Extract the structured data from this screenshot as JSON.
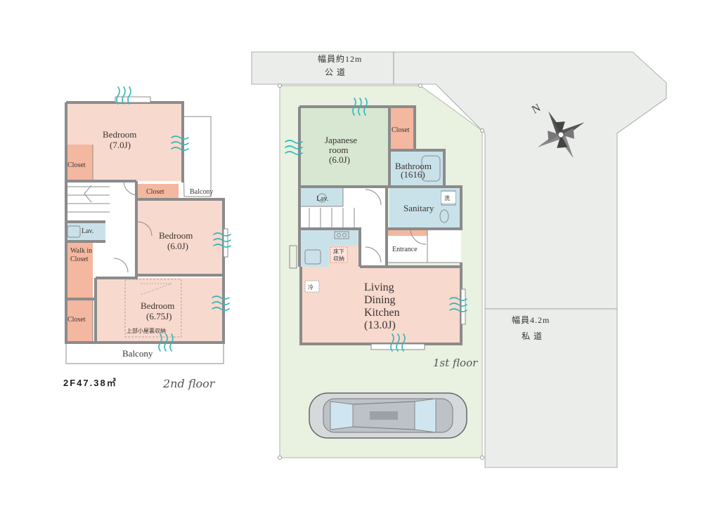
{
  "roads": {
    "public_width": "幅員約12m",
    "public_name": "公 道",
    "private_width": "幅員4.2m",
    "private_name": "私 道"
  },
  "compass": {
    "north_label": "N"
  },
  "floor2": {
    "caption": "2nd floor",
    "area": "2F47.38㎡",
    "bedroom1": {
      "name": "Bedroom",
      "size": "(7.0J)"
    },
    "bedroom2": {
      "name": "Bedroom",
      "size": "(6.0J)"
    },
    "bedroom3": {
      "name": "Bedroom",
      "size": "(6.75J)"
    },
    "closet1": "Closet",
    "closet2": "Closet",
    "closet3": "Closet",
    "balcony_top": "Balcony",
    "balcony_bottom": "Balcony",
    "lav": "Lav.",
    "walk_in_closet_1": "Walk in",
    "walk_in_closet_2": "Closet",
    "loft_storage": "上部小屋裏収納"
  },
  "floor1": {
    "caption": "1st floor",
    "japanese_room_1": "Japanese",
    "japanese_room_2": "room",
    "japanese_room_size": "(6.0J)",
    "closet": "Closet",
    "bathroom": "Bathroom",
    "bathroom_size": "(1616)",
    "lav": "Lav.",
    "sanitary": "Sanitary",
    "washer_mark": "洗",
    "underfloor_storage_1": "床下",
    "underfloor_storage_2": "収納",
    "entrance": "Entrance",
    "fridge_mark": "冷",
    "ldk_1": "Living",
    "ldk_2": "Dining",
    "ldk_3": "Kitchen",
    "ldk_size": "(13.0J)"
  },
  "colors": {
    "room_pink": "#f8d9ce",
    "closet_salmon": "#f4b7a0",
    "japanese_green": "#d7e7d1",
    "wet_blue": "#c9e2ea",
    "site_green": "#e9f1e1",
    "road_gray": "#eaedea",
    "wall_gray": "#8b8b8b",
    "wave_teal": "#33b7b7"
  }
}
